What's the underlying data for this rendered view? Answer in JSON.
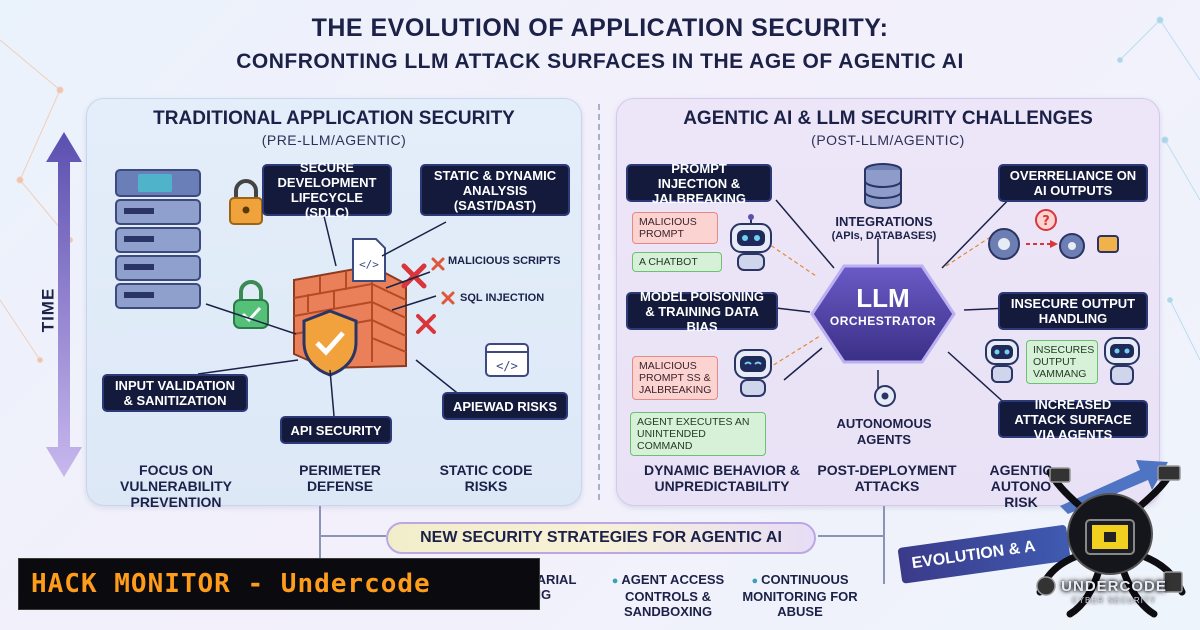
{
  "header": {
    "title_line1": "THE EVOLUTION OF APPLICATION SECURITY:",
    "title_line2": "CONFRONTING LLM ATTACK SURFACES IN THE AGE OF AGENTIC AI"
  },
  "axis": {
    "time_label": "TIME"
  },
  "left_panel": {
    "title": "TRADITIONAL APPLICATION SECURITY",
    "subtitle": "(PRE-LLM/AGENTIC)",
    "labels": {
      "sdlc": "SECURE DEVELOPMENT LIFECYCLE (SDLC)",
      "sast_dast": "STATIC & DYNAMIC ANALYSIS (SAST/DAST)",
      "malicious_scripts": "MALICIOUS SCRIPTS",
      "sql_injection": "SQL INJECTION",
      "input_validation": "INPUT VALIDATION & SANITIZATION",
      "api_security": "API SECURITY",
      "api_risks": "APIEWAD RISKS"
    },
    "footers": {
      "vuln_prevention": "FOCUS ON VULNERABILITY PREVENTION",
      "perimeter": "PERIMETER DEFENSE",
      "static_code": "STATIC CODE RISKS"
    }
  },
  "right_panel": {
    "title": "AGENTIC AI & LLM SECURITY CHALLENGES",
    "subtitle": "(POST-LLM/AGENTIC)",
    "llm": {
      "line1": "LLM",
      "line2": "ORCHESTRATOR"
    },
    "labels": {
      "prompt_injection": "PROMPT INJECTION & JALBREAKING",
      "integrations_title": "INTEGRATIONS",
      "integrations_sub": "(APIs, DATABASES)",
      "overreliance": "OVERRELIANCE ON AI OUTPUTS",
      "malicious_prompt": "MALICIOUS PROMPT",
      "chatbot": "A CHATBOT",
      "model_poisoning": "MODEL POISONING & TRAINING DATA BIAS",
      "insecure_output": "INSECURE OUTPUT HANDLING",
      "malicious_prompt_2": "MALICIOUS PROMPT SS & JALBREAKING",
      "insecures_output": "INSECURES OUTPUT VAMMANG",
      "agent_executes": "AGENT EXECUTES AN UNINTENDED COMMAND",
      "autonomous_agents": "AUTONOMOUS AGENTS",
      "increased_surface": "INCREASED ATTACK SURFACE VIA AGENTS"
    },
    "footers": {
      "dynamic": "DYNAMIC BEHAVIOR & UNPREDICTABILITY",
      "post_deploy": "POST-DEPLOYMENT ATTACKS",
      "agentic_autonomy_l1": "AGENTIC",
      "agentic_autonomy_l2": "AUTONO",
      "agentic_autonomy_l3": "RISK"
    }
  },
  "strategies": {
    "title": "NEW SECURITY STRATEGIES FOR AGENTIC AI",
    "partial_left_l1": "SARIAL",
    "partial_left_l2": "ING",
    "access": "AGENT ACCESS CONTROLS & SANDBOXING",
    "monitoring": "CONTINUOUS MONITORING FOR ABUSE"
  },
  "banner": {
    "text": "HACK MONITOR - Undercode"
  },
  "evolution_banner": {
    "text": "EVOLUTION & A"
  },
  "logo": {
    "name": "UNDERCODE",
    "sub": "CYBER SECURITY"
  },
  "colors": {
    "navy": "#141a3c",
    "title": "#1c2148",
    "accent_purple": "#5b4fb0",
    "brick": "#e07a4f",
    "banner_orange": "#ff9c1a"
  }
}
